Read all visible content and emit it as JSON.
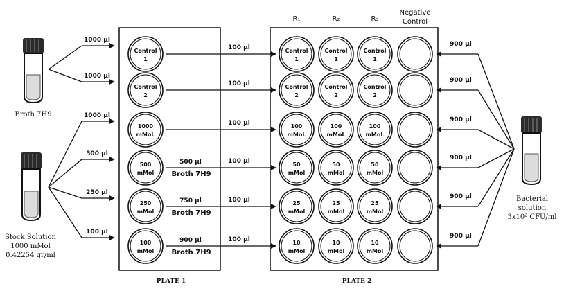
{
  "tubes": {
    "broth_label": "Broth 7H9",
    "stock_label": [
      "Stock Solution",
      "1000 mMol",
      "0.42254 gr/ml"
    ],
    "bacterial_label": [
      "Bacterial",
      "solution",
      "3x10² CFU/ml"
    ]
  },
  "plate1": {
    "title": "PLATE 1",
    "wells": [
      [
        "Control",
        "1"
      ],
      [
        "Control",
        "2"
      ],
      [
        "1000",
        "mMoL"
      ],
      [
        "500",
        "mMol"
      ],
      [
        "250",
        "mMol"
      ],
      [
        "100",
        "mMol"
      ]
    ],
    "input_volumes": [
      "1000 µl",
      "1000 µl",
      "1000 µl",
      "500 µl",
      "250 µl",
      "100 µl"
    ],
    "broth_additions": [
      {
        "volume": "500 µl",
        "label": "Broth 7H9"
      },
      {
        "volume": "750 µl",
        "label": "Broth 7H9"
      },
      {
        "volume": "900 µl",
        "label": "Broth 7H9"
      }
    ]
  },
  "transfer_volumes": [
    "100 µl",
    "100 µl",
    "100 µl",
    "100 µl",
    "100 µl",
    "100 µl"
  ],
  "plate2": {
    "title": "PLATE 2",
    "column_headers": [
      "R₁",
      "R₂",
      "R₃",
      "Negative",
      "Control"
    ],
    "wells": [
      [
        "Control",
        "1"
      ],
      [
        "Control",
        "2"
      ],
      [
        "100",
        "mMoL"
      ],
      [
        "50",
        "mMol"
      ],
      [
        "25",
        "mMol"
      ],
      [
        "10",
        "mMol"
      ]
    ]
  },
  "bacterial_volumes": [
    "900 µl",
    "900 µl",
    "900 µl",
    "900 µl",
    "900 µl",
    "900 µl"
  ]
}
